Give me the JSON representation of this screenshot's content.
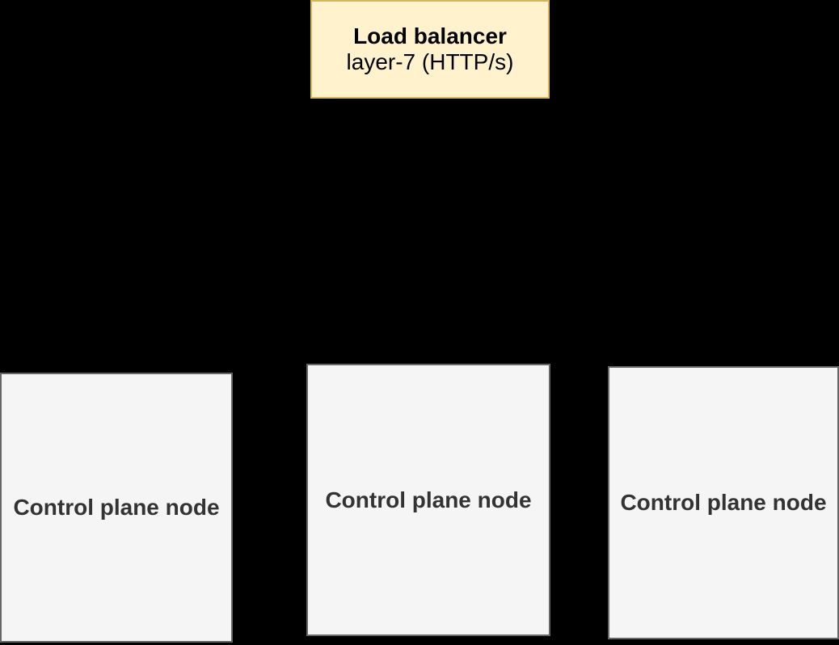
{
  "colors": {
    "background": "#000000",
    "lb-fill": "#fff2cc",
    "lb-border": "#d6b656",
    "lb-text": "#000000",
    "node-fill": "#f5f5f5",
    "node-border": "#666666",
    "node-text": "#333333"
  },
  "load_balancer": {
    "title": "Load balancer",
    "subtitle": "layer-7 (HTTP/s)"
  },
  "control_plane_nodes": [
    {
      "label": "Control plane node"
    },
    {
      "label": "Control plane node"
    },
    {
      "label": "Control plane node"
    }
  ]
}
